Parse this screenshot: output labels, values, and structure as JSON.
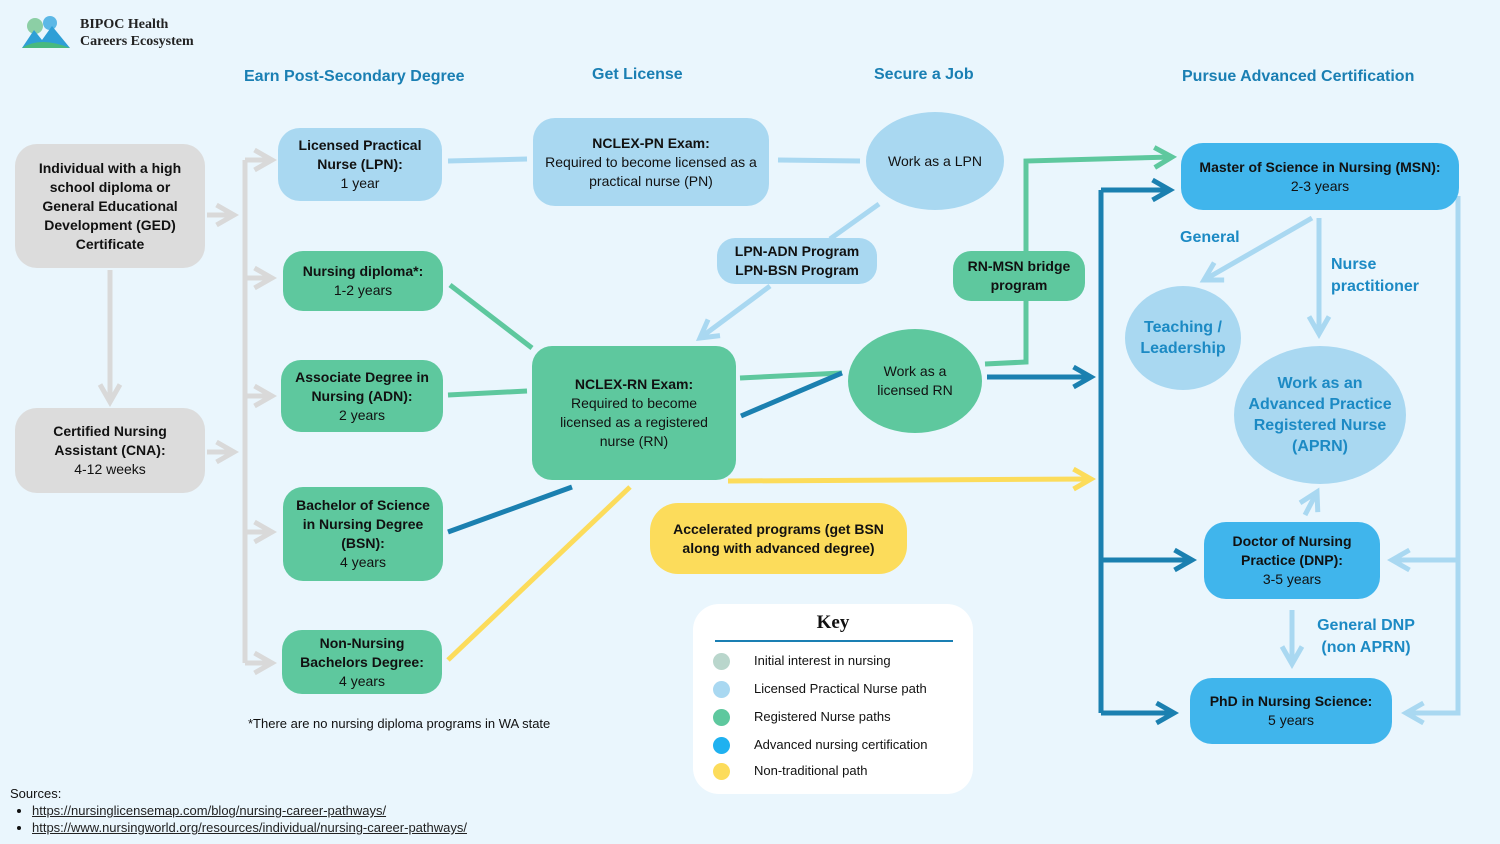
{
  "brand": {
    "line1": "BIPOC Health",
    "line2": "Careers Ecosystem"
  },
  "headers": {
    "degree": "Earn Post-Secondary Degree",
    "license": "Get License",
    "job": "Secure a Job",
    "advanced": "Pursue Advanced Certification"
  },
  "nodes": {
    "hs": "Individual with a high school diploma or General Educational Development (GED) Certificate",
    "cna_title": "Certified Nursing Assistant (CNA):",
    "cna_dur": "4-12 weeks",
    "lpn_title": "Licensed Practical Nurse (LPN):",
    "lpn_dur": "1 year",
    "diploma_title": "Nursing diploma*:",
    "diploma_dur": "1-2 years",
    "adn_title": "Associate Degree in Nursing (ADN):",
    "adn_dur": "2 years",
    "bsn_title": "Bachelor of Science in Nursing Degree (BSN):",
    "bsn_dur": "4 years",
    "nonnursing_title": "Non-Nursing Bachelors Degree:",
    "nonnursing_dur": "4 years",
    "nclexpn_title": "NCLEX-PN Exam:",
    "nclexpn_desc": "Required to become licensed as a practical nurse (PN)",
    "nclexrn_title": "NCLEX-RN Exam:",
    "nclexrn_desc": "Required to become licensed as a registered nurse (RN)",
    "work_lpn": "Work as a LPN",
    "work_rn": "Work as a licensed RN",
    "lpn_adn_1": "LPN-ADN Program",
    "lpn_adn_2": "LPN-BSN Program",
    "rn_msn": "RN-MSN bridge program",
    "accelerated": "Accelerated programs (get BSN along with advanced degree)",
    "msn_title": "Master of Science in Nursing (MSN):",
    "msn_dur": "2-3 years",
    "teaching": "Teaching / Leadership",
    "aprn": "Work as an Advanced Practice Registered Nurse (APRN)",
    "dnp_title": "Doctor of Nursing Practice (DNP):",
    "dnp_dur": "3-5 years",
    "phd_title": "PhD in Nursing Science:",
    "phd_dur": "5 years"
  },
  "edge_labels": {
    "general": "General",
    "np_1": "Nurse",
    "np_2": "practitioner",
    "gdnp_1": "General DNP",
    "gdnp_2": "(non APRN)"
  },
  "key": {
    "title": "Key",
    "items": [
      {
        "label": "Initial interest in nursing",
        "color": "#b9d6cc"
      },
      {
        "label": "Licensed Practical Nurse path",
        "color": "#a9d8f1"
      },
      {
        "label": "Registered Nurse paths",
        "color": "#5ec89e"
      },
      {
        "label": "Advanced nursing certification",
        "color": "#1fb1f0"
      },
      {
        "label": "Non-traditional path",
        "color": "#fcdc5b"
      }
    ]
  },
  "footnote": "*There are no nursing diploma programs in WA state",
  "sources": {
    "label": "Sources:",
    "links": [
      "https://nursinglicensemap.com/blog/nursing-career-pathways/",
      "https://www.nursingworld.org/resources/individual/nursing-career-pathways/"
    ]
  },
  "colors": {
    "gray_line": "#d9d9d9",
    "lpn_line": "#a9d8f1",
    "rn_line": "#5ec89e",
    "adv_line": "#1b80b0",
    "yellow_line": "#fcdc5b"
  }
}
